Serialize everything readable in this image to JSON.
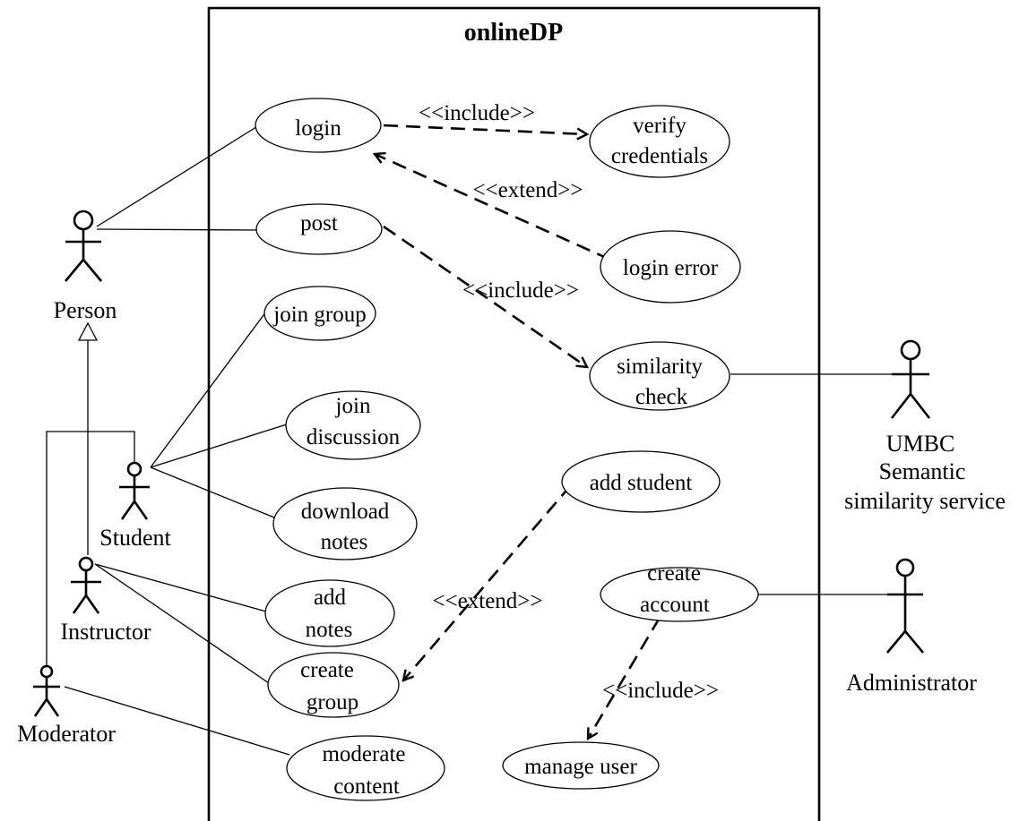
{
  "system": {
    "title": "onlineDP"
  },
  "use_cases": {
    "login": "login",
    "verify_credentials": [
      "verify",
      "credentials"
    ],
    "post": "post",
    "login_error": "login error",
    "join_group": "join group",
    "similarity_check": [
      "similarity",
      "check"
    ],
    "join_discussion": [
      "join",
      "discussion"
    ],
    "add_student": "add student",
    "download_notes": [
      "download",
      "notes"
    ],
    "create_account": [
      "create",
      "account"
    ],
    "add_notes": [
      "add",
      "notes"
    ],
    "create_group": [
      "create",
      "group"
    ],
    "moderate_content": [
      "moderate",
      "content"
    ],
    "manage_user": "manage user"
  },
  "actors": {
    "person": "Person",
    "student": "Student",
    "instructor": "Instructor",
    "moderator": "Moderator",
    "umbc": [
      "UMBC",
      "Semantic",
      "similarity service"
    ],
    "administrator": "Administrator"
  },
  "relations": {
    "login_verify": "<<include>>",
    "login_error": "<<extend>>",
    "post_similarity": "<<include>>",
    "add_student_group": "<<extend>>",
    "account_manage": "<<include>>"
  }
}
